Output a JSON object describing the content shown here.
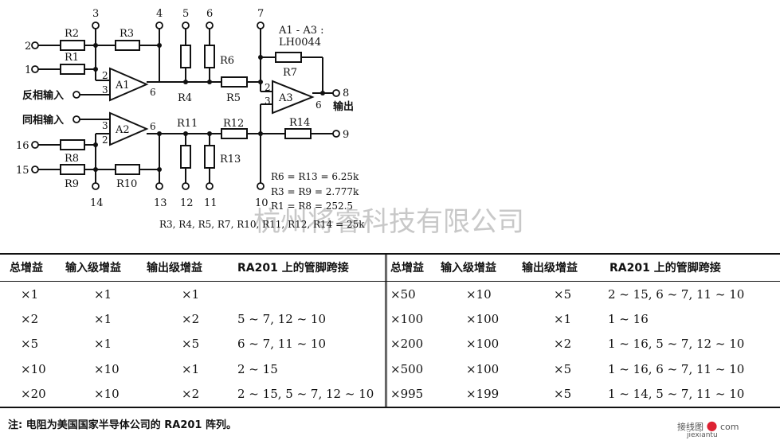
{
  "diagram": {
    "pins": {
      "p1": "1",
      "p2": "2",
      "p3": "3",
      "p4": "4",
      "p5": "5",
      "p6": "6",
      "p7": "7",
      "p8": "8",
      "p9": "9",
      "p10": "10",
      "p11": "11",
      "p12": "12",
      "p13": "13",
      "p14": "14",
      "p15": "15",
      "p16": "16"
    },
    "resistors": {
      "R1": "R1",
      "R2": "R2",
      "R3": "R3",
      "R4": "R4",
      "R5": "R5",
      "R6": "R6",
      "R7": "R7",
      "R8": "R8",
      "R9": "R9",
      "R10": "R10",
      "R11": "R11",
      "R12": "R12",
      "R13": "R13",
      "R14": "R14"
    },
    "amplifiers": {
      "A1": "A1",
      "A2": "A2",
      "A3": "A3",
      "in2": "2",
      "in3": "3",
      "out6": "6"
    },
    "amp_note_line1": "A1 - A3 :",
    "amp_note_line2": "LH0044",
    "inverting_input_label": "反相输入",
    "noninverting_input_label": "同相输入",
    "output_label": "输出",
    "eq1": "R6 = R13 = 6.25k",
    "eq2": "R3 = R9 = 2.777k",
    "eq3": "R1 = R8 = 252.5",
    "eq4": "R3, R4, R5, R7, R10, R11, R12, R14 = 25k",
    "watermark": "杭州将睿科技有限公司"
  },
  "table": {
    "headers": [
      "总增益",
      "输入级增益",
      "输出级增益",
      "RA201 上的管脚跨接"
    ],
    "left_rows": [
      [
        "×1",
        "×1",
        "×1",
        ""
      ],
      [
        "×2",
        "×1",
        "×2",
        "5 ~ 7,  12 ~ 10"
      ],
      [
        "×5",
        "×1",
        "×5",
        "6 ~ 7,  11 ~ 10"
      ],
      [
        "×10",
        "×10",
        "×1",
        "2 ~ 15"
      ],
      [
        "×20",
        "×10",
        "×2",
        "2 ~ 15,  5 ~ 7, 12 ~ 10"
      ]
    ],
    "right_rows": [
      [
        "×50",
        "×10",
        "×5",
        "2 ~ 15,  6 ~ 7,  11 ~ 10"
      ],
      [
        "×100",
        "×100",
        "×1",
        "1 ~ 16"
      ],
      [
        "×200",
        "×100",
        "×2",
        "1 ~ 16,  5 ~ 7,  12 ~ 10"
      ],
      [
        "×500",
        "×100",
        "×5",
        "1 ~ 16,  6 ~ 7,  11 ~ 10"
      ],
      [
        "×995",
        "×199",
        "×5",
        "1 ~ 14,  5 ~ 7,  11 ~ 10"
      ]
    ]
  },
  "footnote": "注:  电阻为美国国家半导体公司的 RA201 阵列。",
  "logo": {
    "text": "接线图",
    "domain": "jiexiantu",
    "com": "com"
  }
}
